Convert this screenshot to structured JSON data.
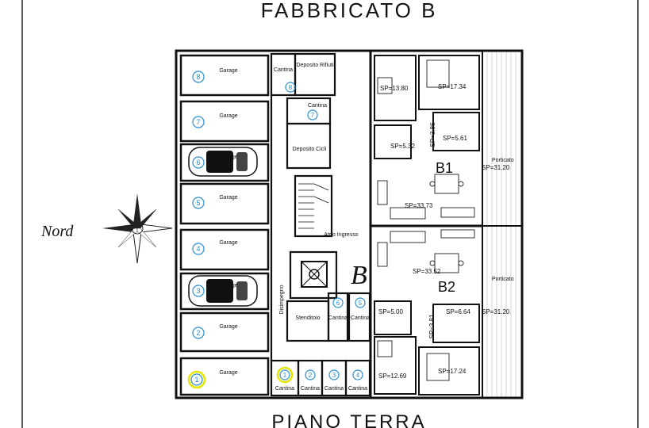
{
  "title": "FABBRICATO B",
  "subtitle": "PIANO TERRA",
  "compass_label": "Nord",
  "building_letter": "B",
  "garages": [
    {
      "num": "8",
      "label": "Garage"
    },
    {
      "num": "7",
      "label": "Garage"
    },
    {
      "num": "6",
      "label": "Garage"
    },
    {
      "num": "5",
      "label": "Garage"
    },
    {
      "num": "4",
      "label": "Garage"
    },
    {
      "num": "3",
      "label": "Garage"
    },
    {
      "num": "2",
      "label": "Garage"
    },
    {
      "num": "1",
      "label": "Garage"
    }
  ],
  "cantine_bottom": [
    {
      "num": "1",
      "label": "Cantina"
    },
    {
      "num": "2",
      "label": "Cantina"
    },
    {
      "num": "3",
      "label": "Cantina"
    },
    {
      "num": "4",
      "label": "Cantina"
    }
  ],
  "cantine_mid": [
    {
      "num": "6",
      "label": "Cantina"
    },
    {
      "num": "5",
      "label": "Cantina"
    }
  ],
  "cantina_top": {
    "num": "8",
    "label": "Cantina"
  },
  "cantina_7": {
    "num": "7",
    "label": "Cantina"
  },
  "rooms": {
    "deposito_rifiuti": "Deposito Rifiuti",
    "deposito_cicli": "Deposito Cicli",
    "atrio": "Atrio Ingresso",
    "disimpegno": "Disimpegno",
    "stenditoio": "Stenditoio",
    "porticato_1": "Porticato",
    "porticato_2": "Porticato"
  },
  "units": {
    "b1": "B1",
    "b2": "B2"
  },
  "areas": {
    "a1": "SP=13.80",
    "a2": "SP=17.34",
    "a3": "SP=3.86",
    "a4": "SP=5.32",
    "a5": "SP=5.61",
    "a6": "SP=31.20",
    "a7": "SP=33.73",
    "a8": "SP=33.52",
    "a9": "SP=5.00",
    "a10": "SP=3.81",
    "a11": "SP=6.64",
    "a12": "SP=31.20",
    "a13": "SP=12.69",
    "a14": "SP=17.24"
  },
  "highlight_color": "#e6e600",
  "marker_color": "#2a8fd0"
}
